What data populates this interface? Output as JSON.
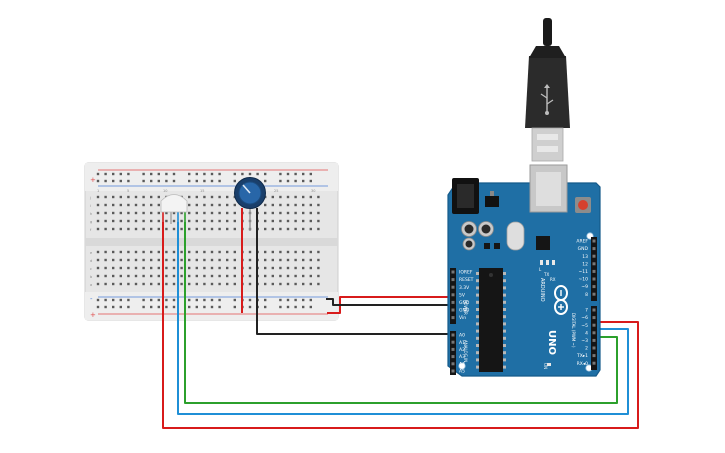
{
  "breadboard": {
    "row_letters_top": [
      "j",
      "i",
      "h",
      "g",
      "f"
    ],
    "row_letters_bottom": [
      "e",
      "d",
      "c",
      "b",
      "a"
    ],
    "column_numbers": [
      "1",
      "5",
      "10",
      "15",
      "20",
      "25",
      "30"
    ],
    "rail_plus": "+",
    "rail_minus": "-"
  },
  "arduino": {
    "model": "UNO",
    "brand": "ARDUINO",
    "power_header_title": "POWER",
    "power_pins": [
      "IOREF",
      "RESET",
      "3.3V",
      "5V",
      "GND",
      "GND",
      "Vin"
    ],
    "analog_header_title": "ANALOG IN",
    "analog_pins": [
      "A0",
      "A1",
      "A2",
      "A3",
      "A4",
      "A5"
    ],
    "digital_header_title": "DIGITAL (PWM ~)",
    "digital_pins_top": [
      "AREF",
      "GND",
      "13",
      "12",
      "~11",
      "~10",
      "~9",
      "8"
    ],
    "digital_pins_bottom": [
      "7",
      "~6",
      "~5",
      "4",
      "~3",
      "2",
      "TX▸1",
      "RX◂0"
    ],
    "on_label": "ON",
    "led_labels": [
      "L",
      "TX",
      "RX"
    ]
  },
  "colors": {
    "board_blue": "#1f6fa5",
    "board_dark": "#155a8a",
    "wire_red": "#d81b1b",
    "wire_black": "#222222",
    "wire_green": "#2ca02c",
    "wire_blue": "#1f8fd6",
    "breadboard": "#eaeaea",
    "rail_red": "#e04b4b",
    "rail_blue": "#4b7fd6"
  },
  "components": {
    "usb_cable": "usb-cable",
    "potentiometer": "potentiometer",
    "rgb_led": "rgb-led"
  }
}
